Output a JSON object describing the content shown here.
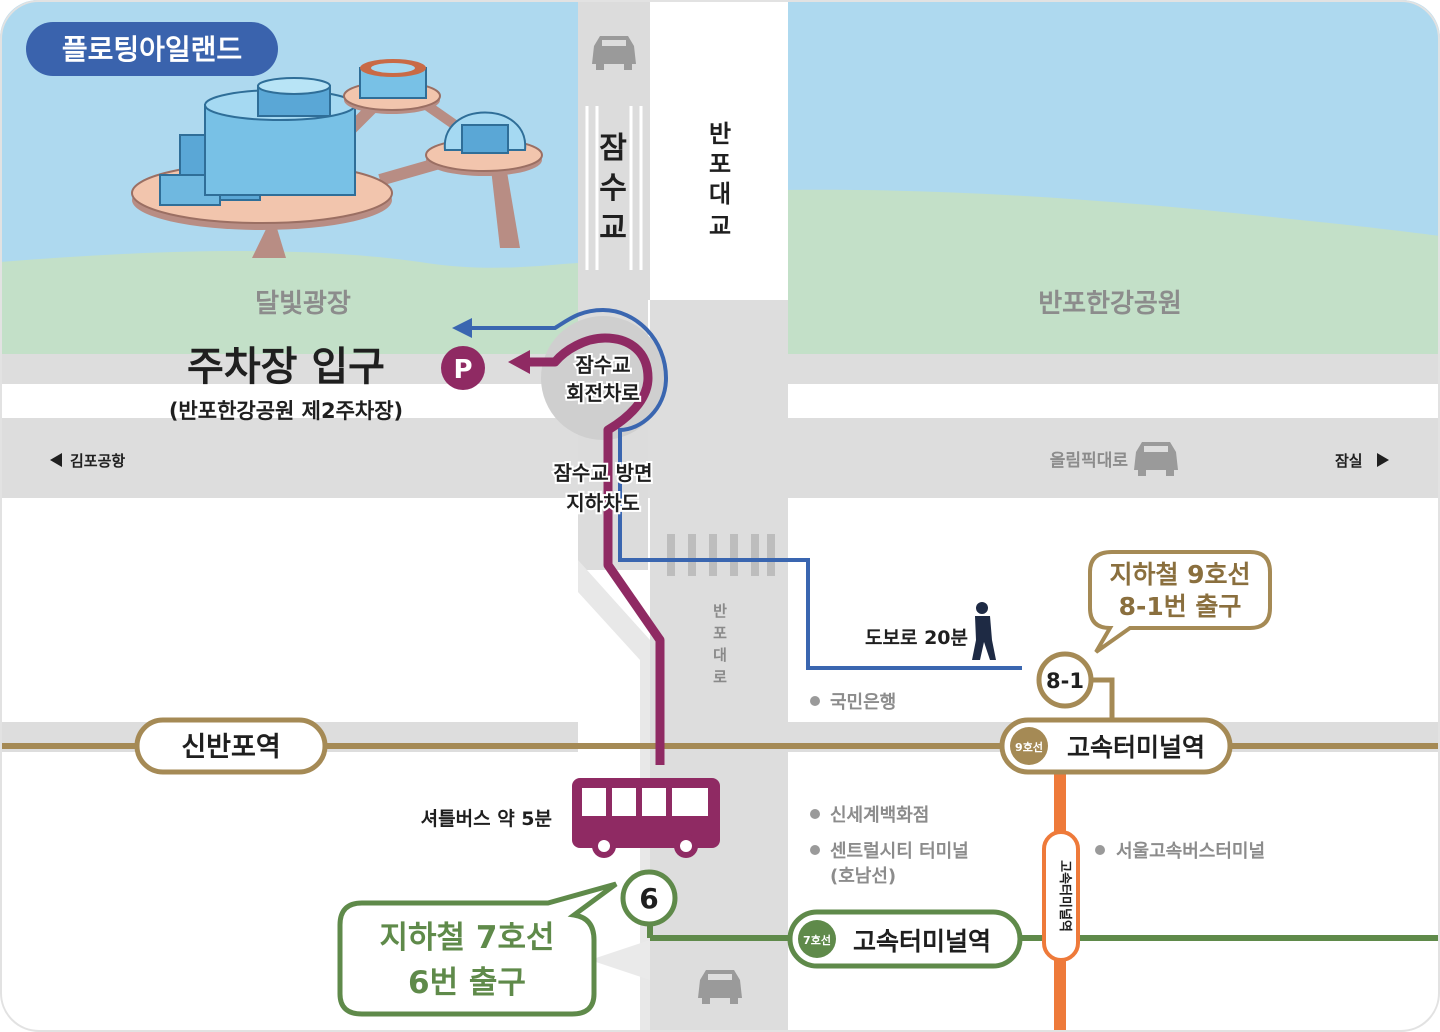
{
  "header": {
    "title": "플로팅아일랜드"
  },
  "bridges": {
    "jamsu_chars": [
      "잠",
      "수",
      "교"
    ],
    "banpo_chars": [
      "반",
      "포",
      "대",
      "교"
    ],
    "banpo_road_chars": [
      "반",
      "포",
      "대",
      "로"
    ]
  },
  "areas": {
    "moonlight_plaza": "달빛광장",
    "banpo_park": "반포한강공원"
  },
  "parking": {
    "title": "주차장 입구",
    "subtitle": "(반포한강공원 제2주차장)",
    "icon_letter": "P"
  },
  "rotary": {
    "line1": "잠수교",
    "line2": "회전차로"
  },
  "underpass": {
    "line1": "잠수교 방면",
    "line2": "지하차도"
  },
  "roads": {
    "gimpo": "김포공항",
    "olympic": "올림픽대로",
    "jamsil": "잠실"
  },
  "routes": {
    "walk": "도보로 20분",
    "shuttle": "셔틀버스 약 5분"
  },
  "stations": {
    "sinbanpo": "신반포역",
    "terminal_line9_tag": "9호선",
    "terminal_line9": "고속터미널역",
    "terminal_line7_tag": "7호선",
    "terminal_line7": "고속터미널역",
    "terminal_line3_vertical": "고속터미널역"
  },
  "exits": {
    "exit_8_1": "8-1",
    "exit_8_1_callout_line1": "지하철 9호선",
    "exit_8_1_callout_line2": "8-1번 출구",
    "exit_6": "6",
    "exit_6_callout_line1": "지하철 7호선",
    "exit_6_callout_line2": "6번 출구"
  },
  "landmarks": {
    "kb": "국민은행",
    "shinsegae": "신세계백화점",
    "central_city_1": "센트럴시티 터미널",
    "central_city_2": "(호남선)",
    "express_bus": "서울고속버스터미널"
  },
  "colors": {
    "sky": "#aed9ef",
    "grass": "#c3e0c8",
    "road": "#dddddd",
    "title_badge": "#3a63ad",
    "walk_route": "#3a66b0",
    "shuttle_route": "#8f2a63",
    "line9": "#a58a55",
    "line7": "#5f8a4a",
    "line3": "#ee7a3a"
  }
}
